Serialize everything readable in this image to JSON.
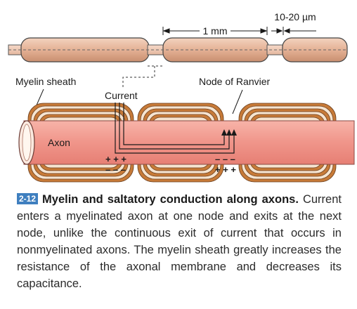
{
  "figure": {
    "labels": {
      "scale_node_gap": "10-20 µm",
      "scale_internode": "1 mm",
      "myelin_sheath": "Myelin sheath",
      "node_of_ranvier": "Node of Ranvier",
      "current": "Current",
      "axon": "Axon"
    },
    "charges": {
      "left_top": "+ + +",
      "left_bottom": "– – –",
      "right_top": "– – –",
      "right_bottom": "+ + +"
    },
    "colors": {
      "axon": "#f0948a",
      "myelin": "#e8b9a0",
      "wrap_dark": "#c77a38",
      "wrap_light": "#f6e4d0",
      "figure_badge": "#3f7fbf"
    }
  },
  "caption": {
    "figure_number": "2-12",
    "title": "Myelin and saltatory conduction along axons.",
    "text": "Current enters a myelinated axon at one node and exits at the next node, unlike the continuous exit of current that occurs in nonmyelinated axons. The myelin sheath greatly increases the resistance of the axonal membrane and decreases its capacitance."
  }
}
